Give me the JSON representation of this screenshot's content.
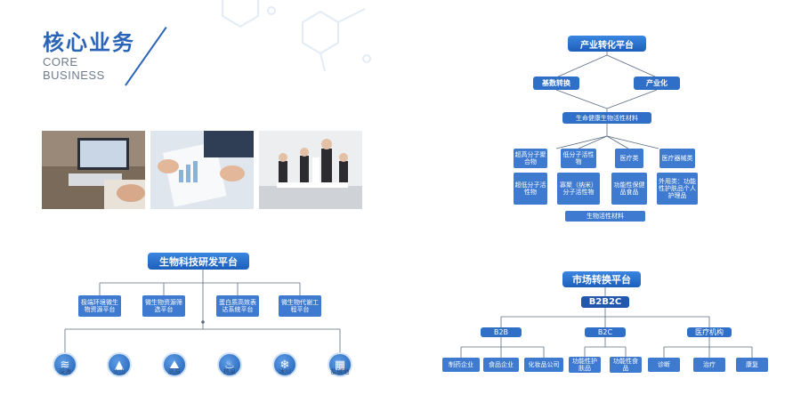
{
  "header": {
    "title_cn": "核心业务",
    "title_en_1": "CORE",
    "title_en_2": "BUSINESS"
  },
  "industry": {
    "title": "产业转化平台",
    "left": "基数转换",
    "right": "产业化",
    "center": "生命健康生物活性材料",
    "col1_top": "超高分子聚合物",
    "col1_bottom": "超低分子活性物",
    "col2_top": "低分子活性物",
    "col2_bottom": "寡聚（纳米）分子活性物",
    "col3_top": "医疗类",
    "col3_bottom": "功能性保健品食品",
    "col4_top": "医疗器械类",
    "col4_bottom": "外用类：功能性护肤品个人护理品",
    "footer": "生物活性材料"
  },
  "bio": {
    "title": "生物科技研发平台",
    "items": [
      "极端环境微生物资源平台",
      "微生物资源筛选平台",
      "蛋白质高效表达系统平台",
      "微生物代谢工程平台"
    ],
    "envs": [
      "深海",
      "火山",
      "高原",
      "热泉",
      "冰川",
      "盐碱地"
    ]
  },
  "market": {
    "title": "市场转换平台",
    "top": "B2B2C",
    "groups": [
      {
        "name": "B2B",
        "items": [
          "制药企业",
          "食品企业",
          "化妆品公司"
        ]
      },
      {
        "name": "B2C",
        "items": [
          "功能性护肤品",
          "功能性食品"
        ]
      },
      {
        "name": "医疗机构",
        "items": [
          "诊断",
          "治疗",
          "康复"
        ]
      }
    ]
  },
  "colors": {
    "accent": "#2a64b6",
    "box": "#3d7ad0",
    "line": "#5a6b80"
  }
}
